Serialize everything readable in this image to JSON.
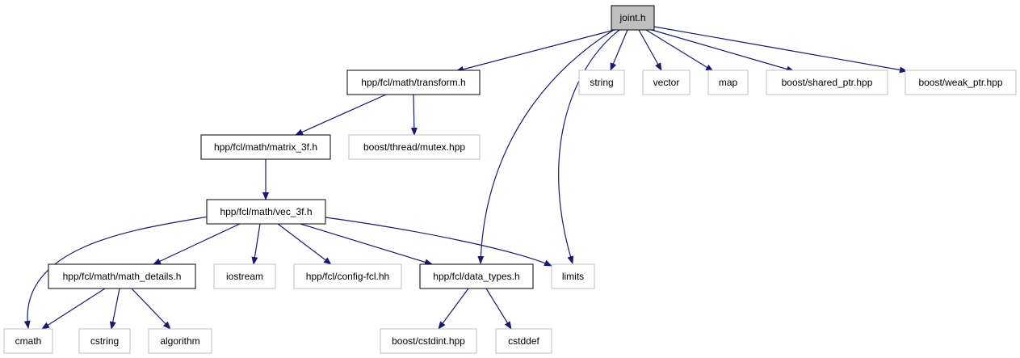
{
  "diagram": {
    "type": "include-dependency-graph",
    "colors": {
      "edge": "#191970",
      "root_fill": "#bfbfbf",
      "documented_border": "#000000",
      "external_border": "#bfbfbf",
      "background": "#ffffff"
    },
    "nodes": [
      {
        "id": "joint",
        "label": "joint.h",
        "kind": "root"
      },
      {
        "id": "transform",
        "label": "hpp/fcl/math/transform.h",
        "kind": "documented"
      },
      {
        "id": "string",
        "label": "string",
        "kind": "external"
      },
      {
        "id": "vector",
        "label": "vector",
        "kind": "external"
      },
      {
        "id": "map",
        "label": "map",
        "kind": "external"
      },
      {
        "id": "shared_ptr",
        "label": "boost/shared_ptr.hpp",
        "kind": "external"
      },
      {
        "id": "weak_ptr",
        "label": "boost/weak_ptr.hpp",
        "kind": "external"
      },
      {
        "id": "matrix3f",
        "label": "hpp/fcl/math/matrix_3f.h",
        "kind": "documented"
      },
      {
        "id": "mutex",
        "label": "boost/thread/mutex.hpp",
        "kind": "external"
      },
      {
        "id": "vec3f",
        "label": "hpp/fcl/math/vec_3f.h",
        "kind": "documented"
      },
      {
        "id": "math_details",
        "label": "hpp/fcl/math/math_details.h",
        "kind": "documented"
      },
      {
        "id": "iostream",
        "label": "iostream",
        "kind": "external"
      },
      {
        "id": "config",
        "label": "hpp/fcl/config-fcl.hh",
        "kind": "external"
      },
      {
        "id": "data_types",
        "label": "hpp/fcl/data_types.h",
        "kind": "documented"
      },
      {
        "id": "limits",
        "label": "limits",
        "kind": "external"
      },
      {
        "id": "cmath",
        "label": "cmath",
        "kind": "external"
      },
      {
        "id": "cstring",
        "label": "cstring",
        "kind": "external"
      },
      {
        "id": "algorithm",
        "label": "algorithm",
        "kind": "external"
      },
      {
        "id": "cstdint",
        "label": "boost/cstdint.hpp",
        "kind": "external"
      },
      {
        "id": "cstddef",
        "label": "cstddef",
        "kind": "external"
      }
    ],
    "edges": [
      {
        "from": "joint",
        "to": "transform"
      },
      {
        "from": "joint",
        "to": "string"
      },
      {
        "from": "joint",
        "to": "vector"
      },
      {
        "from": "joint",
        "to": "map"
      },
      {
        "from": "joint",
        "to": "shared_ptr"
      },
      {
        "from": "joint",
        "to": "weak_ptr"
      },
      {
        "from": "joint",
        "to": "data_types"
      },
      {
        "from": "joint",
        "to": "limits"
      },
      {
        "from": "transform",
        "to": "matrix3f"
      },
      {
        "from": "transform",
        "to": "mutex"
      },
      {
        "from": "matrix3f",
        "to": "vec3f"
      },
      {
        "from": "vec3f",
        "to": "cmath"
      },
      {
        "from": "vec3f",
        "to": "math_details"
      },
      {
        "from": "vec3f",
        "to": "iostream"
      },
      {
        "from": "vec3f",
        "to": "config"
      },
      {
        "from": "vec3f",
        "to": "data_types"
      },
      {
        "from": "vec3f",
        "to": "limits"
      },
      {
        "from": "math_details",
        "to": "cmath"
      },
      {
        "from": "math_details",
        "to": "cstring"
      },
      {
        "from": "math_details",
        "to": "algorithm"
      },
      {
        "from": "data_types",
        "to": "cstdint"
      },
      {
        "from": "data_types",
        "to": "cstddef"
      }
    ]
  }
}
